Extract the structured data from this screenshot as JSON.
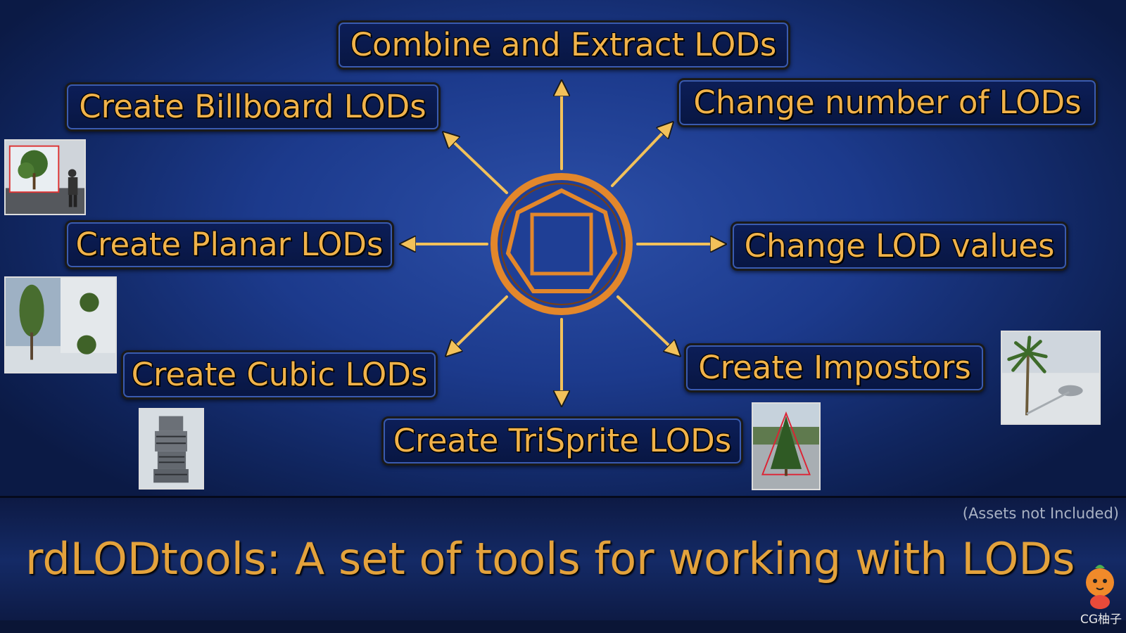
{
  "labels": {
    "combine": "Combine and Extract LODs",
    "billboard": "Create Billboard LODs",
    "number": "Change number of LODs",
    "planar": "Create Planar LODs",
    "values": "Change LOD values",
    "cubic": "Create Cubic LODs",
    "impostors": "Create Impostors",
    "trisprite": "Create TriSprite LODs"
  },
  "footer": {
    "note": "(Assets not Included)",
    "title": "rdLODtools: A set of tools for working with LODs",
    "watermark": "CG柚子"
  },
  "colors": {
    "label_text": "#f0b24a",
    "arrow": "#f2c15a",
    "hub_ring": "#e3872b",
    "background": "#1c3a8c"
  },
  "icons": {
    "hub": "lod-hub-icon",
    "watermark": "cg-youzi-mascot-logo"
  }
}
